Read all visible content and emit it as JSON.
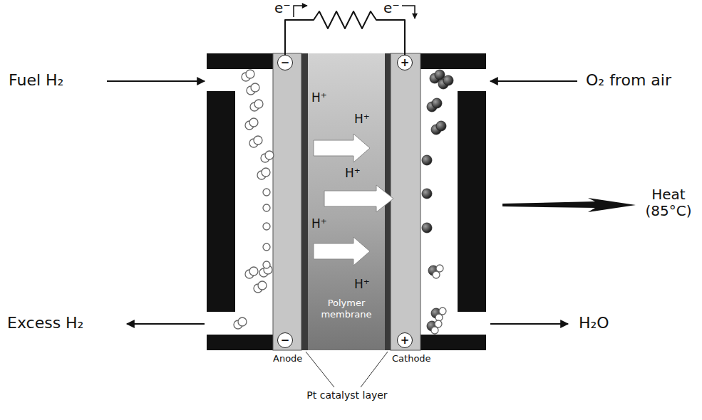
{
  "diagram": {
    "nodes": [
      {
        "text": [
          "−"
        ]
      },
      {
        "text": [
          "+"
        ]
      },
      {
        "text": [
          "Polymer membrane"
        ]
      },
      {
        "text": [
          "−"
        ]
      },
      {
        "text": [
          "+"
        ]
      }
    ],
    "edges": [
      {
        "from": 0,
        "to": 1,
        "arrow": "none"
      }
    ],
    "labels": [
      "e⁻",
      "e⁻",
      "Fuel H₂",
      "O₂ from air",
      "H⁺",
      "H⁺",
      "H⁺",
      "H⁺",
      "H⁺",
      "Heat (85°C)",
      "Excess H₂",
      "H₂O",
      "Anode",
      "Cathode",
      "Pt catalyst layer"
    ]
  }
}
